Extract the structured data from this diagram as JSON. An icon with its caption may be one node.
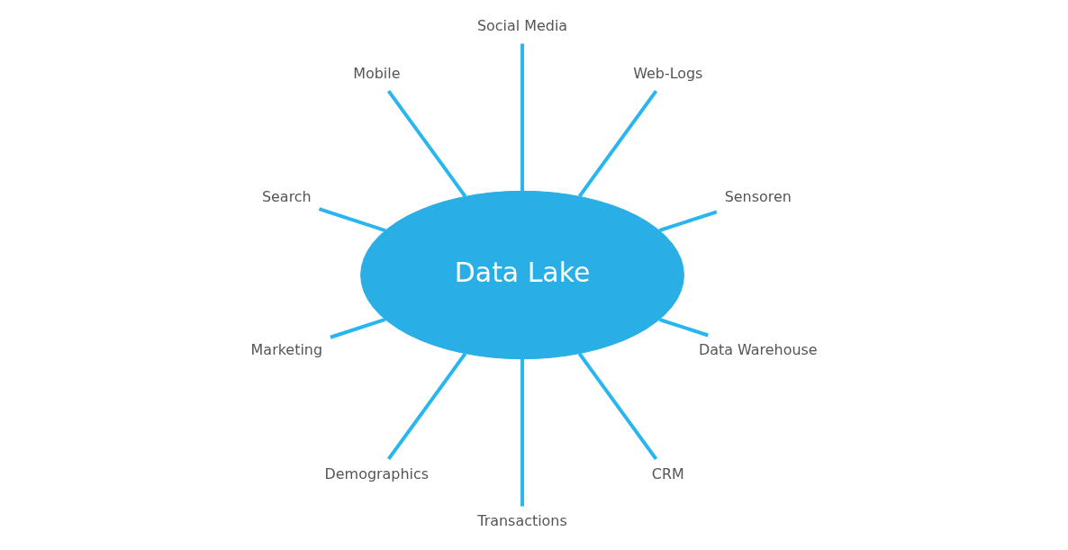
{
  "diagram": {
    "nodes": [
      {
        "text": [
          "Data Lake"
        ]
      },
      {
        "text": [
          "Sensoren"
        ]
      },
      {
        "text": [
          "Web-Logs"
        ]
      },
      {
        "text": [
          "Social Media"
        ]
      },
      {
        "text": [
          "Mobile"
        ]
      },
      {
        "text": [
          "Search"
        ]
      },
      {
        "text": [
          "Marketing"
        ]
      },
      {
        "text": [
          "Demographics"
        ]
      },
      {
        "text": [
          "Transactions"
        ]
      },
      {
        "text": [
          "CRM"
        ]
      },
      {
        "text": [
          "Data Warehouse"
        ]
      }
    ],
    "edges": [
      {
        "from": 1,
        "to": 0,
        "arrow": "none"
      },
      {
        "from": 2,
        "to": 0,
        "arrow": "none"
      },
      {
        "from": 3,
        "to": 0,
        "arrow": "none"
      },
      {
        "from": 4,
        "to": 0,
        "arrow": "none"
      },
      {
        "from": 5,
        "to": 0,
        "arrow": "none"
      },
      {
        "from": 6,
        "to": 0,
        "arrow": "none"
      },
      {
        "from": 7,
        "to": 0,
        "arrow": "none"
      },
      {
        "from": 8,
        "to": 0,
        "arrow": "none"
      },
      {
        "from": 9,
        "to": 0,
        "arrow": "none"
      },
      {
        "from": 10,
        "to": 0,
        "arrow": "none"
      }
    ]
  }
}
